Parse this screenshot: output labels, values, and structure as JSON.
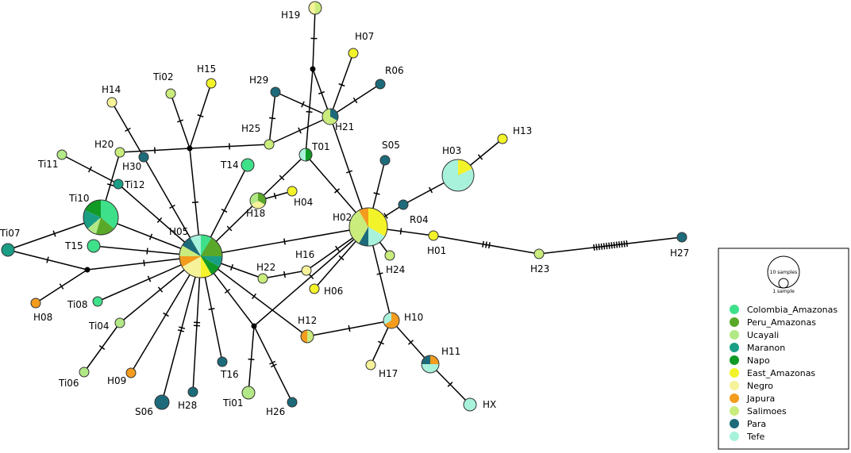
{
  "legend": {
    "scale_large": "10 samples",
    "scale_small": "1 sample",
    "items": [
      {
        "name": "Colombia_Amazonas",
        "color": "#3fe08a"
      },
      {
        "name": "Peru_Amazonas",
        "color": "#5aa829"
      },
      {
        "name": "Ucayali",
        "color": "#b2e886"
      },
      {
        "name": "Maranon",
        "color": "#1a9f86"
      },
      {
        "name": "Napo",
        "color": "#119a26"
      },
      {
        "name": "East_Amazonas",
        "color": "#f3f32a"
      },
      {
        "name": "Negro",
        "color": "#f6f29a"
      },
      {
        "name": "Japura",
        "color": "#f39c1e"
      },
      {
        "name": "Salimoes",
        "color": "#c9ec7c"
      },
      {
        "name": "Para",
        "color": "#1d6b7a"
      },
      {
        "name": "Tefe",
        "color": "#a8f2dc"
      }
    ]
  },
  "haplotypes": [
    {
      "id": "Ti10",
      "label": "Ti10",
      "pie": [
        [
          "Colombia_Amazonas",
          4
        ],
        [
          "Peru_Amazonas",
          2
        ],
        [
          "Ucayali",
          1
        ],
        [
          "Maranon",
          2
        ],
        [
          "Napo",
          2
        ]
      ]
    },
    {
      "id": "H05",
      "label": "H05",
      "pie": [
        [
          "Colombia_Amazonas",
          1
        ],
        [
          "Peru_Amazonas",
          2
        ],
        [
          "Maranon",
          1
        ],
        [
          "Napo",
          1
        ],
        [
          "East_Amazonas",
          1
        ],
        [
          "Negro",
          2
        ],
        [
          "Japura",
          1
        ],
        [
          "Salimoes",
          1
        ],
        [
          "Para",
          1
        ],
        [
          "Tefe",
          1
        ]
      ]
    },
    {
      "id": "H02",
      "label": "H02",
      "pie": [
        [
          "East_Amazonas",
          4
        ],
        [
          "Tefe",
          2
        ],
        [
          "Para",
          1
        ],
        [
          "Salimoes",
          4
        ],
        [
          "Japura",
          1
        ]
      ]
    },
    {
      "id": "H03",
      "label": "H03",
      "pie": [
        [
          "East_Amazonas",
          2
        ],
        [
          "Tefe",
          9
        ]
      ]
    },
    {
      "id": "H18",
      "label": "H18",
      "pie": [
        [
          "Peru_Amazonas",
          1
        ],
        [
          "Negro",
          1
        ],
        [
          "Ucayali",
          1
        ]
      ]
    },
    {
      "id": "H21",
      "label": "H21",
      "pie": [
        [
          "Para",
          1
        ],
        [
          "Salimoes",
          2
        ]
      ]
    },
    {
      "id": "H10",
      "label": "H10",
      "pie": [
        [
          "Japura",
          2
        ],
        [
          "Tefe",
          1
        ]
      ]
    },
    {
      "id": "H11",
      "label": "H11",
      "pie": [
        [
          "Japura",
          1
        ],
        [
          "Tefe",
          2
        ],
        [
          "Para",
          1
        ]
      ]
    },
    {
      "id": "H12",
      "label": "H12",
      "pie": [
        [
          "Salimoes",
          1
        ],
        [
          "Japura",
          1
        ]
      ]
    },
    {
      "id": "T01",
      "label": "T01",
      "pie": [
        [
          "Napo",
          1
        ],
        [
          "Tefe",
          1
        ]
      ]
    },
    {
      "id": "H19",
      "label": "H19",
      "pie": [
        [
          "Salimoes",
          1
        ],
        [
          "Negro",
          1
        ]
      ]
    },
    {
      "id": "H07",
      "label": "H07",
      "pie": [
        [
          "East_Amazonas",
          1
        ]
      ]
    },
    {
      "id": "R06",
      "label": "R06",
      "pie": [
        [
          "Para",
          1
        ]
      ]
    },
    {
      "id": "H29",
      "label": "H29",
      "pie": [
        [
          "Para",
          1
        ]
      ]
    },
    {
      "id": "H25",
      "label": "H25",
      "pie": [
        [
          "Salimoes",
          1
        ]
      ]
    },
    {
      "id": "H15",
      "label": "H15",
      "pie": [
        [
          "East_Amazonas",
          1
        ]
      ]
    },
    {
      "id": "Ti02",
      "label": "Ti02",
      "pie": [
        [
          "Salimoes",
          1
        ]
      ]
    },
    {
      "id": "H14",
      "label": "H14",
      "pie": [
        [
          "Negro",
          1
        ]
      ]
    },
    {
      "id": "H20",
      "label": "H20",
      "pie": [
        [
          "Salimoes",
          1
        ]
      ]
    },
    {
      "id": "H30",
      "label": "H30",
      "pie": [
        [
          "Para",
          1
        ]
      ]
    },
    {
      "id": "Ti11",
      "label": "Ti11",
      "pie": [
        [
          "Ucayali",
          1
        ]
      ]
    },
    {
      "id": "Ti12",
      "label": "Ti12",
      "pie": [
        [
          "Maranon",
          1
        ]
      ]
    },
    {
      "id": "T14",
      "label": "T14",
      "pie": [
        [
          "Colombia_Amazonas",
          1
        ]
      ]
    },
    {
      "id": "H04",
      "label": "H04",
      "pie": [
        [
          "East_Amazonas",
          1
        ]
      ]
    },
    {
      "id": "S05",
      "label": "S05",
      "pie": [
        [
          "Para",
          1
        ]
      ]
    },
    {
      "id": "R04",
      "label": "R04",
      "pie": [
        [
          "Para",
          1
        ]
      ]
    },
    {
      "id": "H13",
      "label": "H13",
      "pie": [
        [
          "East_Amazonas",
          1
        ]
      ]
    },
    {
      "id": "H01",
      "label": "H01",
      "pie": [
        [
          "East_Amazonas",
          1
        ]
      ]
    },
    {
      "id": "H24",
      "label": "H24",
      "pie": [
        [
          "Salimoes",
          1
        ]
      ]
    },
    {
      "id": "H23",
      "label": "H23",
      "pie": [
        [
          "Salimoes",
          1
        ]
      ]
    },
    {
      "id": "H27",
      "label": "H27",
      "pie": [
        [
          "Para",
          1
        ]
      ]
    },
    {
      "id": "Ti07",
      "label": "Ti07",
      "pie": [
        [
          "Maranon",
          1
        ]
      ]
    },
    {
      "id": "T15",
      "label": "T15",
      "pie": [
        [
          "Colombia_Amazonas",
          1
        ]
      ]
    },
    {
      "id": "H08",
      "label": "H08",
      "pie": [
        [
          "Japura",
          1
        ]
      ]
    },
    {
      "id": "Ti08",
      "label": "Ti08",
      "pie": [
        [
          "Colombia_Amazonas",
          1
        ]
      ]
    },
    {
      "id": "Ti04",
      "label": "Ti04",
      "pie": [
        [
          "Ucayali",
          1
        ]
      ]
    },
    {
      "id": "Ti06",
      "label": "Ti06",
      "pie": [
        [
          "Ucayali",
          1
        ]
      ]
    },
    {
      "id": "H09",
      "label": "H09",
      "pie": [
        [
          "Japura",
          1
        ]
      ]
    },
    {
      "id": "S06",
      "label": "S06",
      "pie": [
        [
          "Para",
          1
        ]
      ]
    },
    {
      "id": "H28",
      "label": "H28",
      "pie": [
        [
          "Para",
          1
        ]
      ]
    },
    {
      "id": "T16",
      "label": "T16",
      "pie": [
        [
          "Para",
          1
        ]
      ]
    },
    {
      "id": "Ti01",
      "label": "Ti01",
      "pie": [
        [
          "Ucayali",
          1
        ]
      ]
    },
    {
      "id": "H26",
      "label": "H26",
      "pie": [
        [
          "Para",
          1
        ]
      ]
    },
    {
      "id": "H22",
      "label": "H22",
      "pie": [
        [
          "Salimoes",
          1
        ]
      ]
    },
    {
      "id": "H16",
      "label": "H16",
      "pie": [
        [
          "Negro",
          1
        ]
      ]
    },
    {
      "id": "H06",
      "label": "H06",
      "pie": [
        [
          "East_Amazonas",
          1
        ]
      ]
    },
    {
      "id": "H17",
      "label": "H17",
      "pie": [
        [
          "Negro",
          1
        ]
      ]
    },
    {
      "id": "HX",
      "label": "HX",
      "pie": [
        [
          "Tefe",
          1
        ]
      ]
    }
  ]
}
